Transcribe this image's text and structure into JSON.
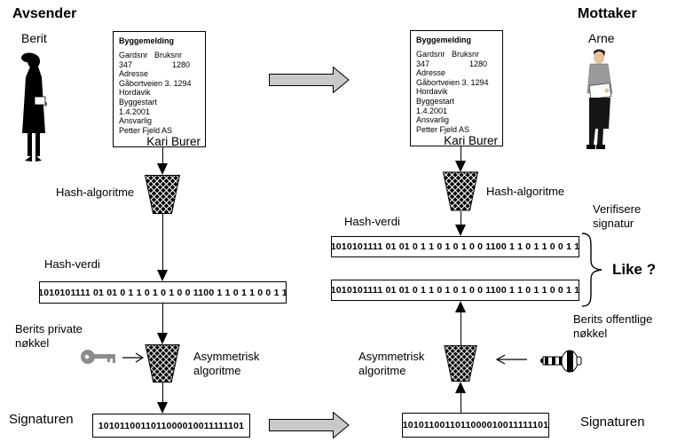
{
  "header": {
    "sender_role": "Avsender",
    "sender_name": "Berit",
    "receiver_role": "Mottaker",
    "receiver_name": "Arne"
  },
  "document": {
    "title": "Byggemelding",
    "lines": [
      "Gardsnr   Bruksnr",
      "347                  1280",
      "Adresse",
      "Gåbortveien 3. 1294",
      "Hordavik",
      "Byggestart",
      "1.4.2001",
      "Ansvarlig",
      "Petter Fjeld AS"
    ],
    "signature_name": "Kari Burer"
  },
  "labels": {
    "hash_algorithm": "Hash-algoritme",
    "hash_value": "Hash-verdi",
    "private_key": "Berits private nøkkel",
    "public_key": "Berits offentlige nøkkel",
    "asymmetric_algorithm": "Asymmetrisk algoritme",
    "signature": "Signaturen",
    "verify_signature": "Verifisere signatur",
    "equal_question": "Like ?"
  },
  "values": {
    "hash_bits": "1010101111 01 01 0 1 1 0 1 0 1 0 0 1100 1 1 0 1 1 0 0 1 1",
    "signature_bits": "1010110011011000010011111101"
  },
  "colors": {
    "block_arrow_gray": "#c9c9c9",
    "private_key_gray": "#8c8c8c",
    "funnel_black": "#000000"
  }
}
